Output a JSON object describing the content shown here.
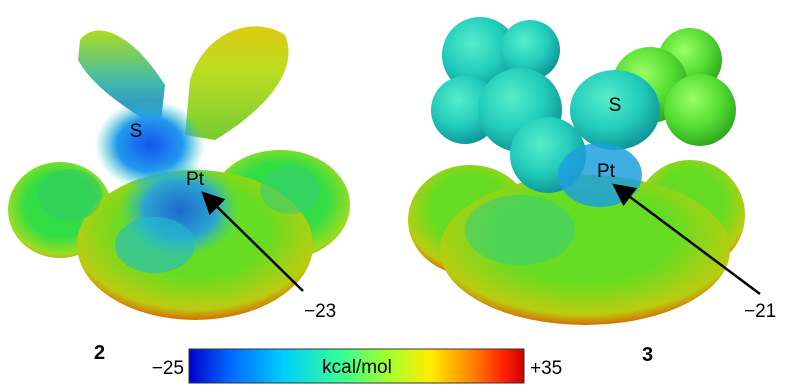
{
  "molecules": [
    {
      "label": "2",
      "atoms": {
        "sulfur": "S",
        "platinum": "Pt"
      },
      "potential_at_pt": "−23"
    },
    {
      "label": "3",
      "atoms": {
        "sulfur": "S",
        "platinum": "Pt"
      },
      "potential_at_pt": "−21"
    }
  ],
  "colorbar": {
    "min_label": "−25",
    "max_label": "+35",
    "unit": "kcal/mol",
    "min_value": -25,
    "max_value": 35,
    "colors": [
      "#0000cc",
      "#0066ff",
      "#00ccff",
      "#33ff99",
      "#99ff33",
      "#ffee00",
      "#ff8800",
      "#ff2200",
      "#cc0000"
    ]
  },
  "colors": {
    "label_text": "#000000",
    "arrow": "#000000"
  }
}
